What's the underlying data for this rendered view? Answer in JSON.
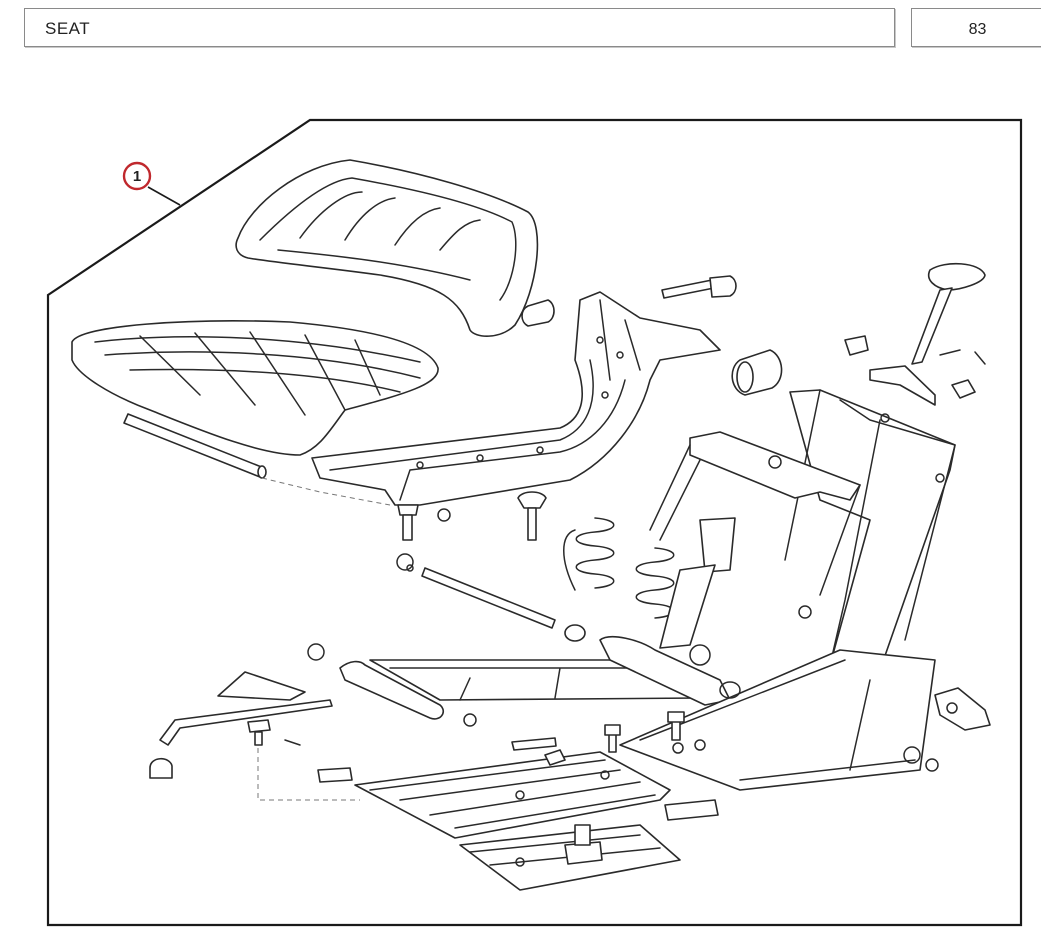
{
  "header": {
    "title": "SEAT",
    "page_number": "83"
  },
  "diagram": {
    "callout": "1",
    "callout_color": "#c0282d",
    "frame_color": "#1a1a1a"
  }
}
